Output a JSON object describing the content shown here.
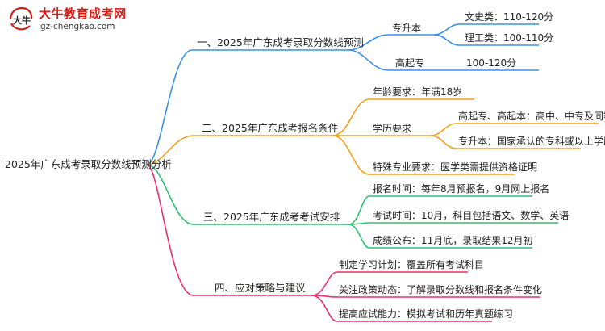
{
  "logo": {
    "brand": "大牛教育成考网",
    "domain": "gz-chengkao.com",
    "badge_text": "大牛"
  },
  "root": "2025年广东成考录取分数线预测分析",
  "colors": {
    "b1": "#3b8fe6",
    "b2": "#f0a21c",
    "b3": "#2fbf71",
    "b4": "#e8336b"
  },
  "branches": [
    {
      "label": "一、2025年广东成考录取分数线预测",
      "children": [
        {
          "label": "专升本",
          "children": [
            {
              "label": "文史类：110-120分"
            },
            {
              "label": "理工类：100-110分"
            }
          ]
        },
        {
          "label": "高起专",
          "value": "100-120分"
        }
      ]
    },
    {
      "label": "二、2025年广东成考报名条件",
      "children": [
        {
          "label": "年龄要求：年满18岁"
        },
        {
          "label": "学历要求",
          "children": [
            {
              "label": "高起专、高起本：高中、中专及同等学历"
            },
            {
              "label": "专升本：国家承认的专科或以上学历"
            }
          ]
        },
        {
          "label": "特殊专业要求：医学类需提供资格证明"
        }
      ]
    },
    {
      "label": "三、2025年广东成考考试安排",
      "children": [
        {
          "label": "报名时间：每年8月预报名，9月网上报名"
        },
        {
          "label": "考试时间：10月，科目包括语文、数学、英语"
        },
        {
          "label": "成绩公布：11月底，录取结果12月初"
        }
      ]
    },
    {
      "label": "四、应对策略与建议",
      "children": [
        {
          "label": "制定学习计划：覆盖所有考试科目"
        },
        {
          "label": "关注政策动态：了解录取分数线和报名条件变化"
        },
        {
          "label": "提高应试能力：模拟考试和历年真题练习"
        }
      ]
    }
  ]
}
